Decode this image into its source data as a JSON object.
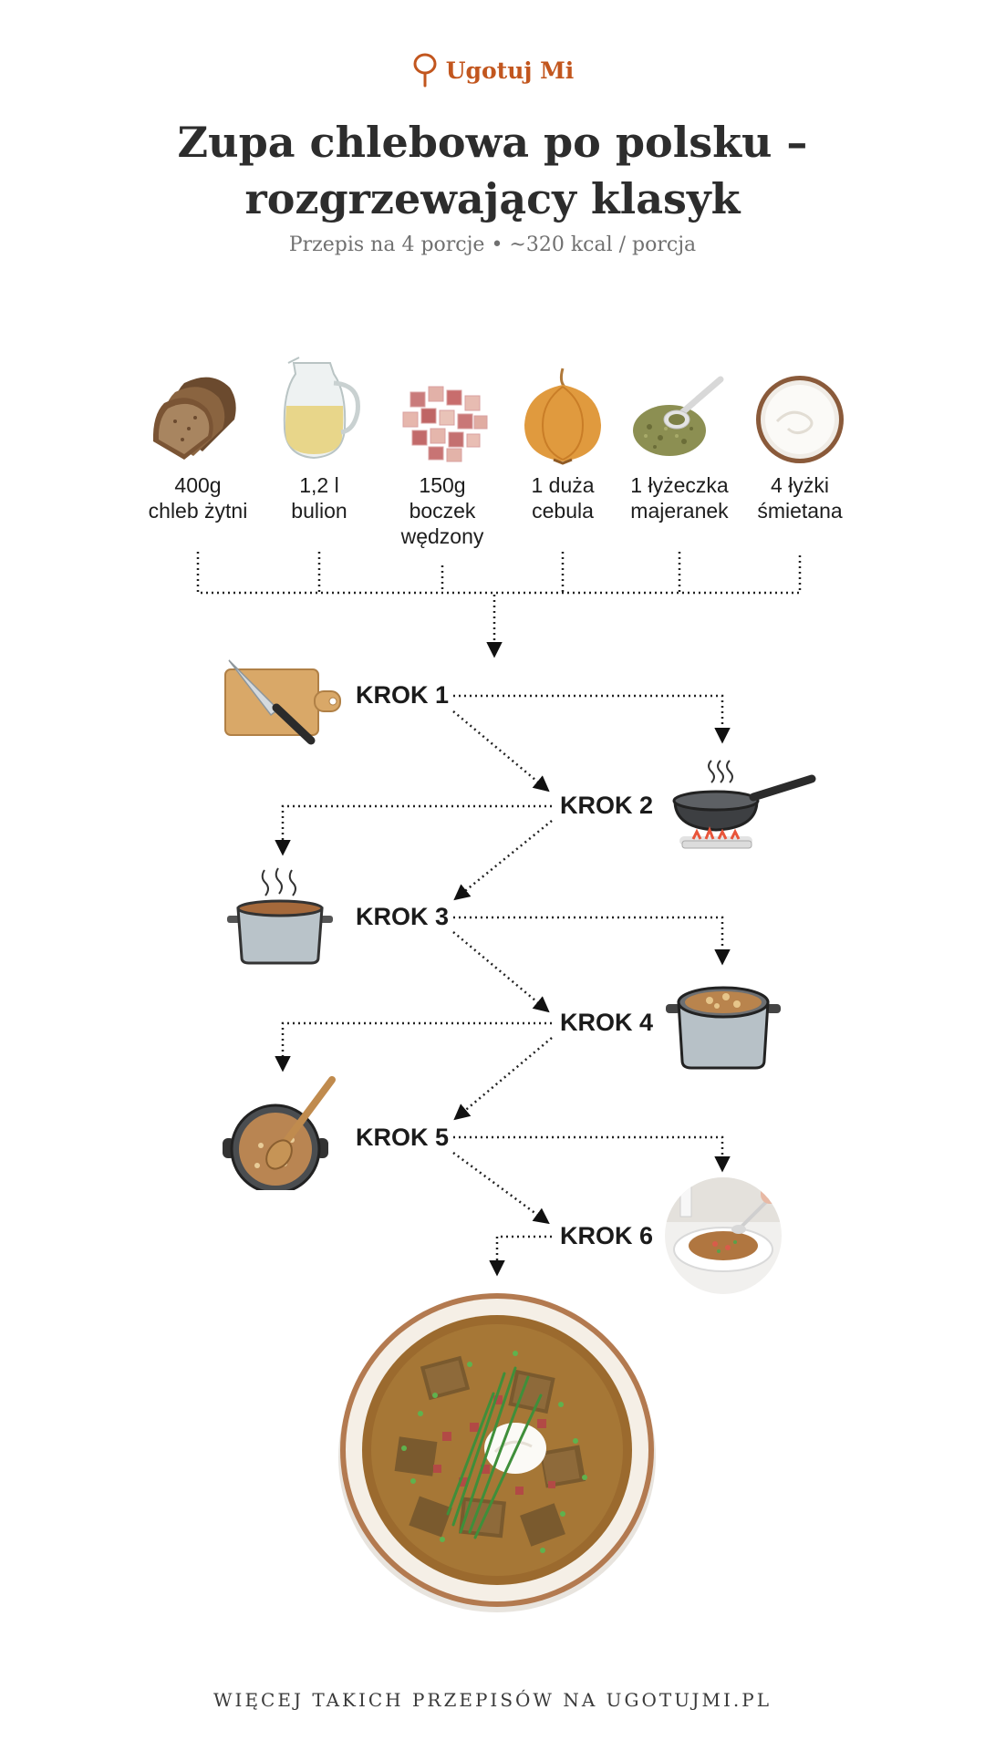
{
  "brand": {
    "name": "Ugotuj Mi",
    "icon": "spoon-pin-icon",
    "color": "#c2561e"
  },
  "title": "Zupa chlebowa po polsku – rozgrzewający klasyk",
  "subtitle": "Przepis na 4 porcje • ~320 kcal / porcja",
  "ingredients": [
    {
      "icon": "rye-bread-icon",
      "line1": "400g",
      "line2": "chleb żytni",
      "line3": ""
    },
    {
      "icon": "broth-jug-icon",
      "line1": "1,2 l",
      "line2": "bulion",
      "line3": ""
    },
    {
      "icon": "bacon-cubes-icon",
      "line1": "150g",
      "line2": "boczek",
      "line3": "wędzony"
    },
    {
      "icon": "onion-icon",
      "line1": "1 duża",
      "line2": "cebula",
      "line3": ""
    },
    {
      "icon": "marjoram-icon",
      "line1": "1 łyżeczka",
      "line2": "majeranek",
      "line3": ""
    },
    {
      "icon": "sour-cream-icon",
      "line1": "4 łyżki",
      "line2": "śmietana",
      "line3": ""
    }
  ],
  "steps": [
    {
      "label": "KROK 1",
      "icon": "cutting-board-knife-icon"
    },
    {
      "label": "KROK 2",
      "icon": "frying-pan-icon"
    },
    {
      "label": "KROK 3",
      "icon": "steaming-pot-icon"
    },
    {
      "label": "KROK 4",
      "icon": "simmering-pot-icon"
    },
    {
      "label": "KROK 5",
      "icon": "stirring-pot-icon"
    },
    {
      "label": "KROK 6",
      "icon": "served-soup-icon"
    }
  ],
  "final_dish": {
    "icon": "bread-soup-bowl-icon"
  },
  "footer": "WIĘCEJ TAKICH PRZEPISÓW NA UGOTUJMI.PL"
}
